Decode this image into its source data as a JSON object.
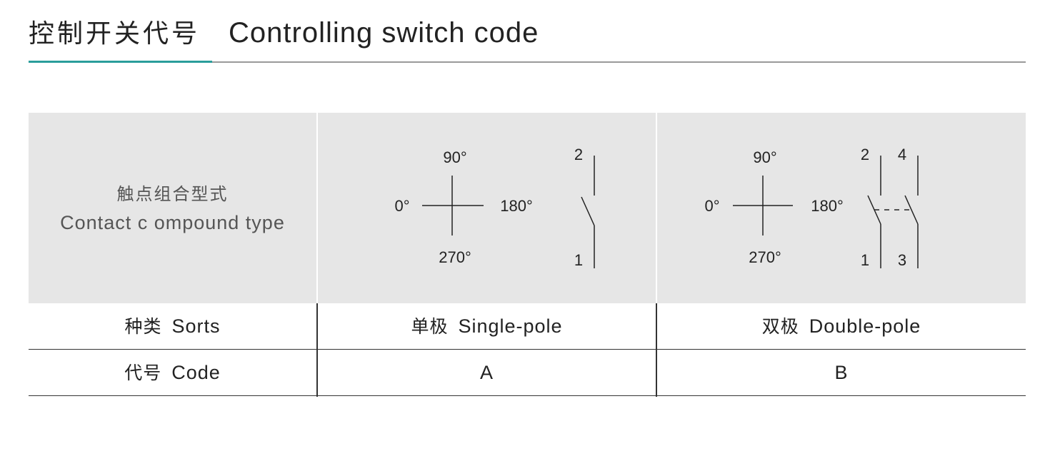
{
  "header": {
    "title_cn": "控制开关代号",
    "title_en": "Controlling switch code",
    "accent_color": "#2a9d9b"
  },
  "table": {
    "contact_type_label_cn": "触点组合型式",
    "contact_type_label_en": "Contact c ompound type",
    "single_pole_diagram": {
      "angle_90": "90°",
      "angle_0": "0°",
      "angle_180": "180°",
      "angle_270": "270°",
      "terminal_top": "2",
      "terminal_bottom": "1"
    },
    "double_pole_diagram": {
      "angle_90": "90°",
      "angle_0": "0°",
      "angle_180": "180°",
      "angle_270": "270°",
      "terminal_top_left": "2",
      "terminal_top_right": "4",
      "terminal_bottom_left": "1",
      "terminal_bottom_right": "3"
    },
    "sorts_row": {
      "label_cn": "种类",
      "label_en": "Sorts",
      "single_cn": "单极",
      "single_en": "Single-pole",
      "double_cn": "双极",
      "double_en": "Double-pole"
    },
    "code_row": {
      "label_cn": "代号",
      "label_en": "Code",
      "single_code": "A",
      "double_code": "B"
    }
  }
}
